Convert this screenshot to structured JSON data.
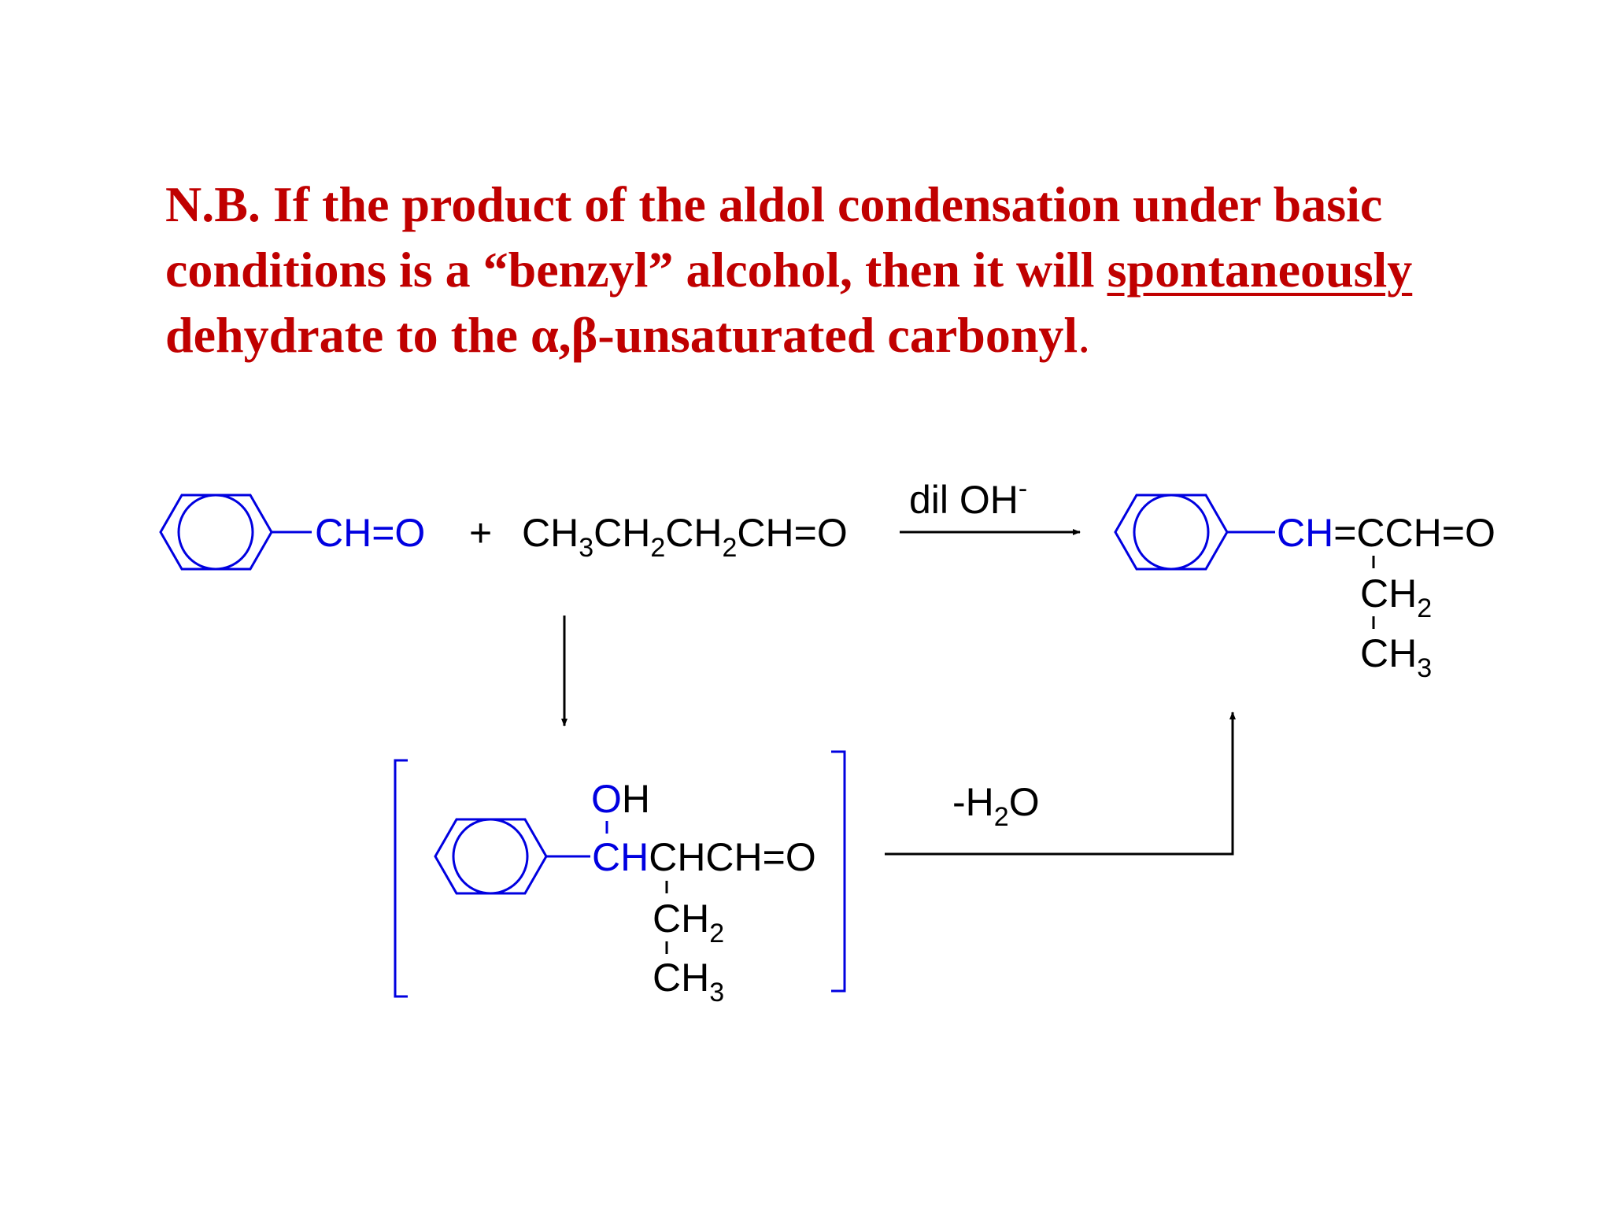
{
  "note": {
    "line1": "N.B.  If the product of the aldol condensation under basic",
    "line2_pre": "conditions is a “benzyl” alcohol, then it will ",
    "line2_underlined": "spontaneously",
    "line3": "dehydrate to the α,β-unsaturated carbonyl",
    "line3_end": "."
  },
  "reactants": {
    "benzaldehyde_group": "CH=O",
    "plus": "+",
    "butanal_parts": [
      "CH",
      "3",
      "CH",
      "2",
      "CH",
      "2",
      "CH=O"
    ]
  },
  "conditions": {
    "reagent": "dil OH",
    "reagent_charge": "-",
    "elimination_prefix": "-H",
    "elimination_sub": "2",
    "elimination_suffix": "O"
  },
  "product": {
    "group_blue": "CH",
    "group_black": "=CCH=O",
    "branch1": "CH",
    "branch1_sub": "2",
    "branch2": "CH",
    "branch2_sub": "3"
  },
  "intermediate": {
    "oh": "O",
    "oh_h": "H",
    "chain_blue": "CH",
    "chain_black": "CHCH=O",
    "branch1": "CH",
    "branch1_sub": "2",
    "branch2": "CH",
    "branch2_sub": "3"
  },
  "colors": {
    "note_text": "#c00000",
    "structure_blue": "#0000e0",
    "ink": "#000000"
  }
}
